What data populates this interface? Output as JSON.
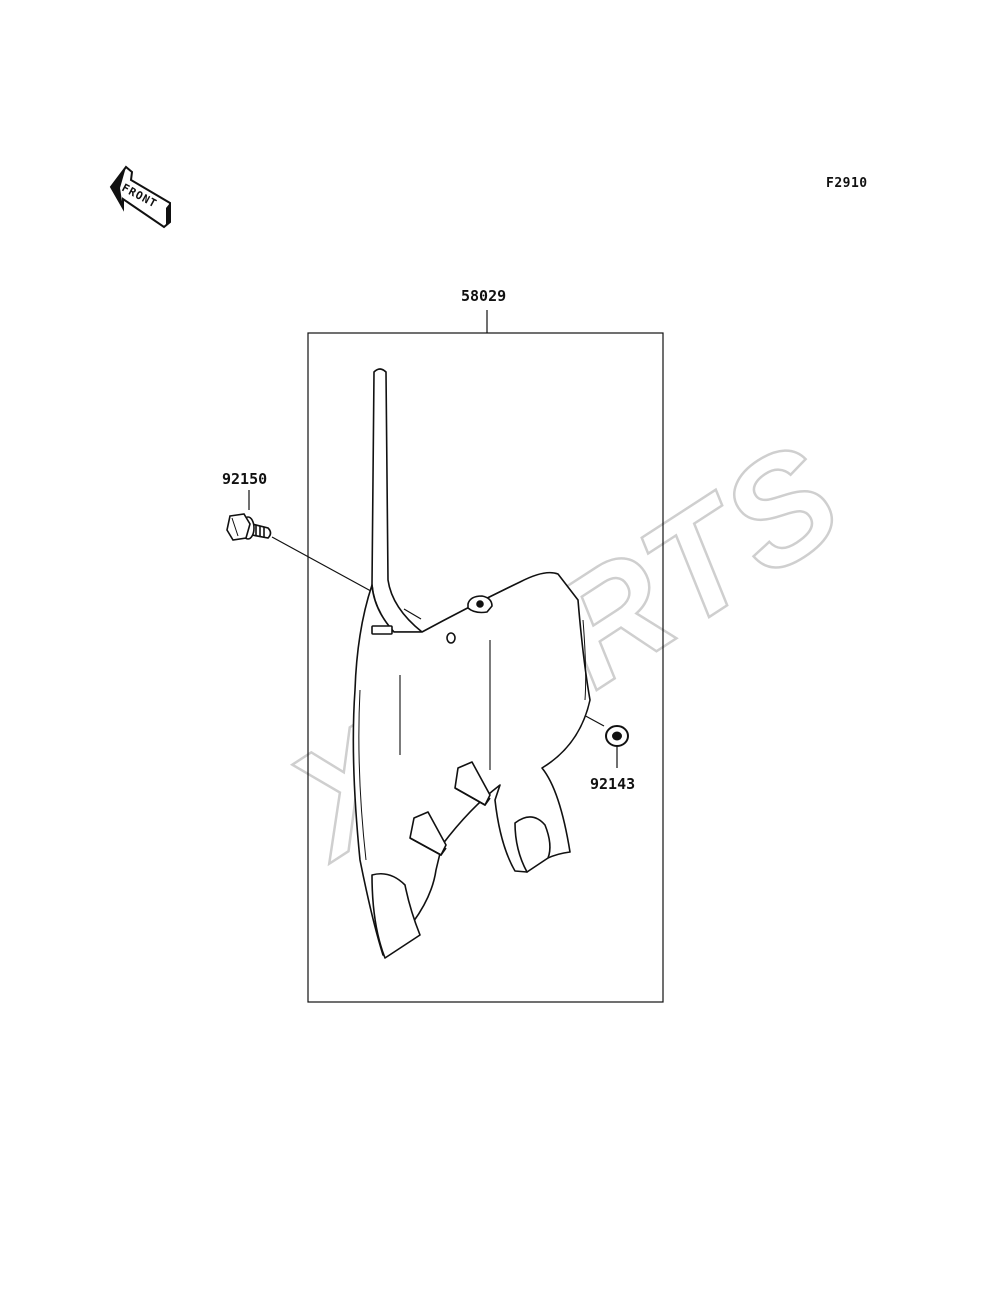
{
  "diagram": {
    "code": "F2910",
    "front_arrow_text": "FRONT",
    "watermark": "XPARTS",
    "parts": {
      "assembly": "58029",
      "bolt": "92150",
      "washer": "92143"
    }
  },
  "colors": {
    "ink": "#111111",
    "watermark": "#d9d9d9"
  },
  "icons": {
    "front_arrow": "front-direction-arrow-icon",
    "bolt": "flange-bolt-icon",
    "washer": "washer-icon",
    "plate": "number-plate-icon"
  }
}
